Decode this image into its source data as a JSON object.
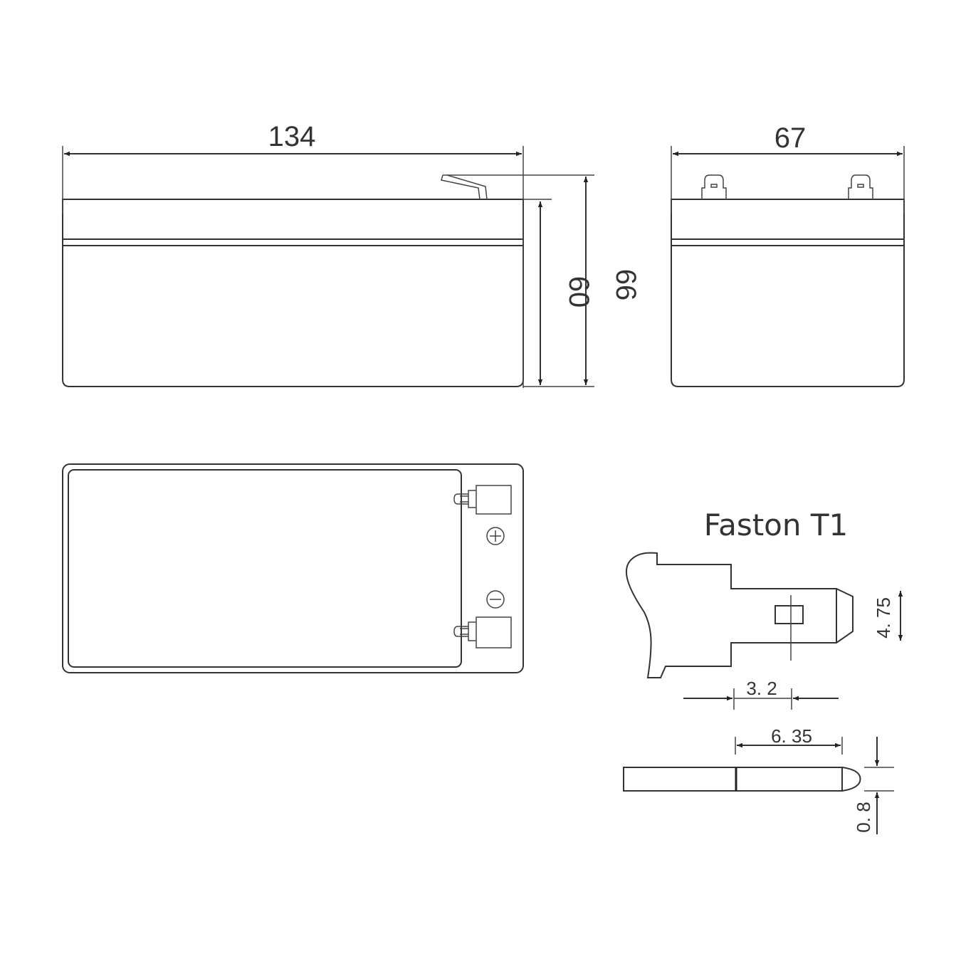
{
  "dimensions": {
    "length": "134",
    "width": "67",
    "height_case": "60",
    "height_total": "66"
  },
  "top_view": {
    "positive_symbol": "⊕",
    "negative_symbol": "⊖"
  },
  "terminal": {
    "title": "Faston T1",
    "tab_width": "4. 75",
    "hole_offset": "3. 2",
    "tab_length": "6. 35",
    "thickness": "0. 8"
  },
  "colors": {
    "line": "#333333",
    "background": "#ffffff"
  }
}
